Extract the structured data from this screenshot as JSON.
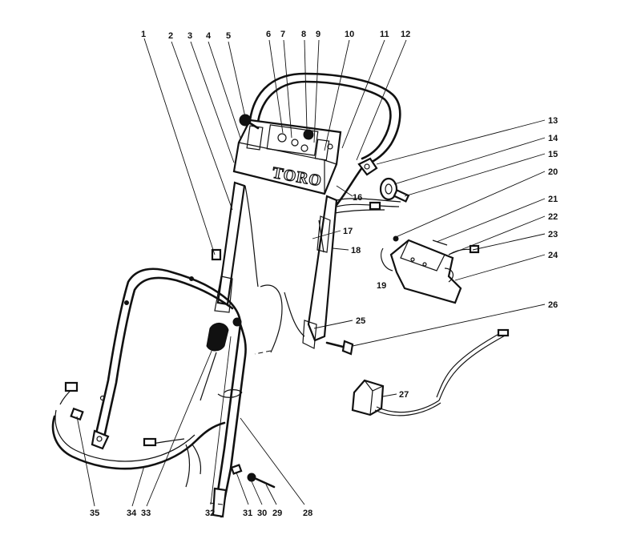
{
  "diagram": {
    "logo": "TORO",
    "callouts": [
      "1",
      "2",
      "3",
      "4",
      "5",
      "6",
      "7",
      "8",
      "9",
      "10",
      "11",
      "12",
      "13",
      "14",
      "15",
      "16",
      "17",
      "18",
      "19",
      "20",
      "21",
      "22",
      "23",
      "24",
      "25",
      "26",
      "27",
      "28",
      "29",
      "30",
      "31",
      "32",
      "33",
      "34",
      "35"
    ]
  }
}
